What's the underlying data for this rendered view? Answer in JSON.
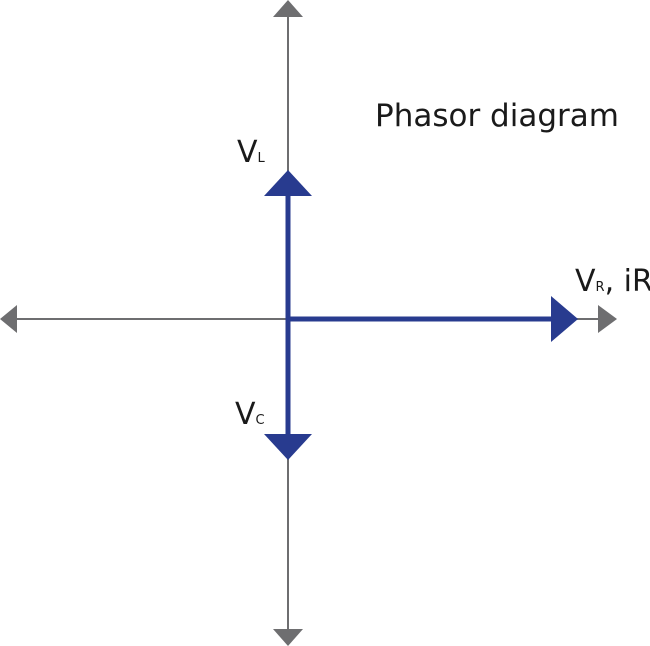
{
  "title": "Phasor diagram",
  "colors": {
    "axis": "#6e6e70",
    "phasor": "#283b8f",
    "text": "#1a1a1a",
    "background": "#ffffff"
  },
  "phasors": [
    {
      "id": "vl",
      "main": "V",
      "sub": "L",
      "direction": "up"
    },
    {
      "id": "vr",
      "main": "V",
      "sub": "R",
      "suffix": ", iR",
      "direction": "right"
    },
    {
      "id": "vc",
      "main": "V",
      "sub": "C",
      "direction": "down"
    }
  ]
}
